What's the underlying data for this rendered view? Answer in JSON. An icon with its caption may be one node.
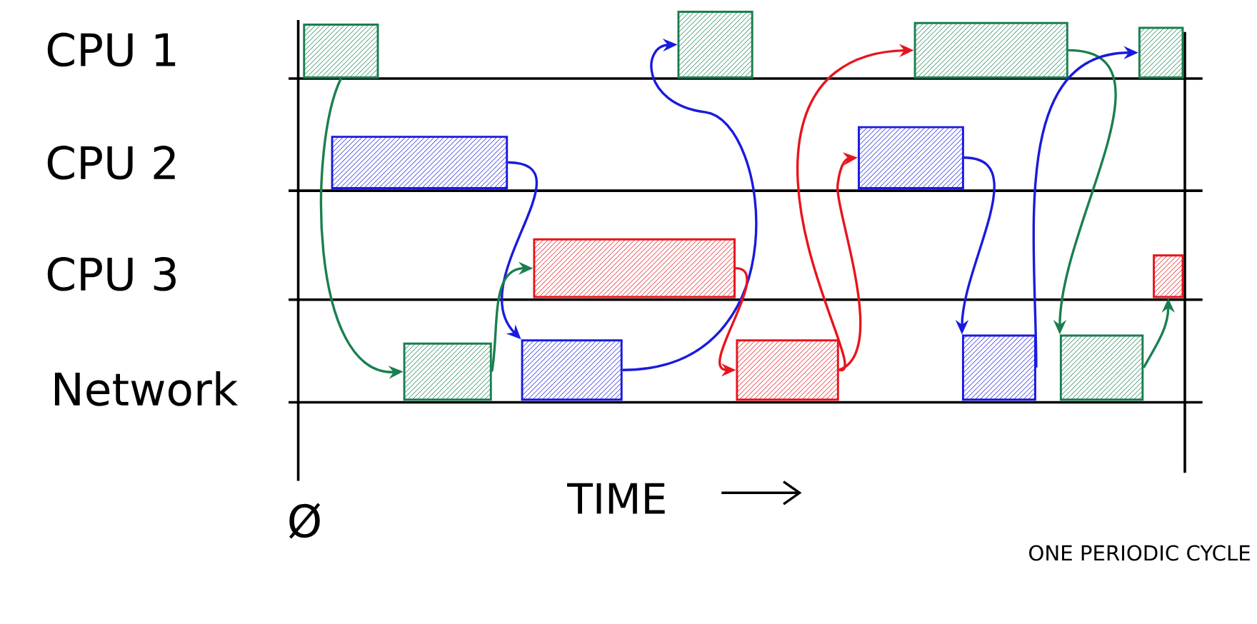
{
  "diagram": {
    "nodes": [
      {
        "text": [],
        "shape": "bar"
      },
      {
        "text": [],
        "shape": "bar"
      },
      {
        "text": [],
        "shape": "bar"
      },
      {
        "text": [],
        "shape": "bar"
      },
      {
        "text": [],
        "shape": "bar"
      },
      {
        "text": [],
        "shape": "bar"
      },
      {
        "text": [],
        "shape": "bar"
      },
      {
        "text": [],
        "shape": "bar"
      },
      {
        "text": [],
        "shape": "bar"
      },
      {
        "text": [],
        "shape": "bar"
      },
      {
        "text": [],
        "shape": "bar"
      },
      {
        "text": [],
        "shape": "bar"
      },
      {
        "text": [],
        "shape": "bar"
      }
    ],
    "edges": [
      {
        "from": 0,
        "to": 8,
        "arrow": "to",
        "color": "#1a7f4f"
      },
      {
        "from": 4,
        "to": 9,
        "arrow": "to",
        "color": "#1a1adf"
      },
      {
        "from": 8,
        "to": 6,
        "arrow": "to",
        "color": "#1a7f4f"
      },
      {
        "from": 9,
        "to": 1,
        "arrow": "to",
        "color": "#1a1adf"
      },
      {
        "from": 6,
        "to": 10,
        "arrow": "to",
        "color": "#e8141c"
      },
      {
        "from": 10,
        "to": 2,
        "arrow": "to",
        "color": "#e8141c"
      },
      {
        "from": 10,
        "to": 5,
        "arrow": "to",
        "color": "#e8141c"
      },
      {
        "from": 5,
        "to": 11,
        "arrow": "to",
        "color": "#1a1adf"
      },
      {
        "from": 2,
        "to": 12,
        "arrow": "to",
        "color": "#1a7f4f"
      },
      {
        "from": 11,
        "to": 3,
        "arrow": "to",
        "color": "#1a1adf"
      },
      {
        "from": 12,
        "to": 7,
        "arrow": "to",
        "color": "#1a7f4f"
      }
    ],
    "labels": [
      "CPU 1",
      "CPU 2",
      "CPU 3",
      "Network",
      "Ø",
      "TIME",
      "ONE PERIODIC CYCLE"
    ]
  }
}
